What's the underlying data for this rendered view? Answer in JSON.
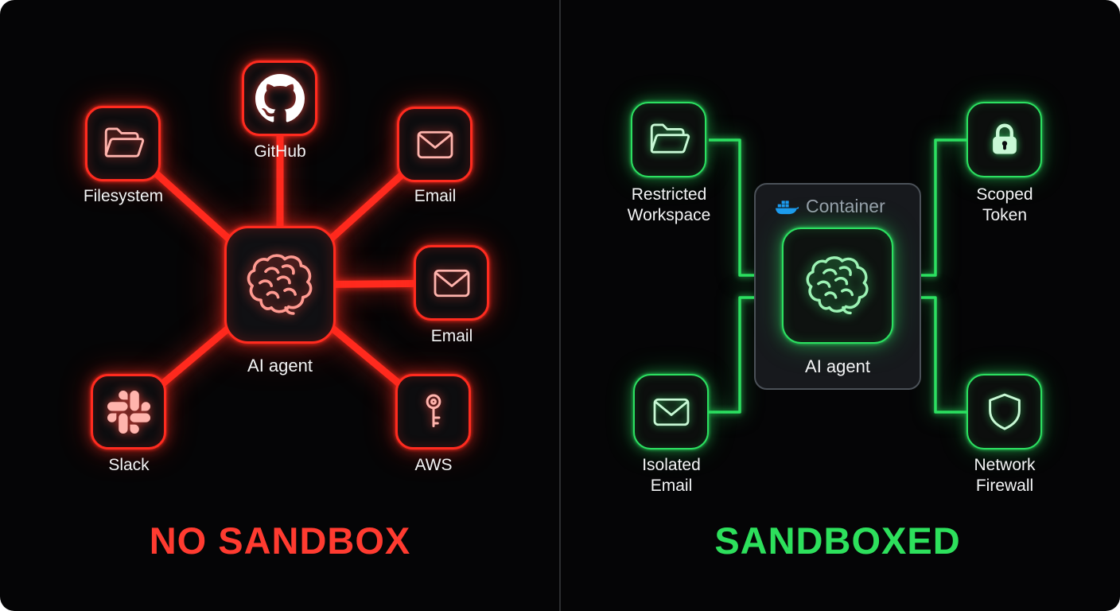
{
  "colors": {
    "red-accent": "#ff2b1f",
    "red-soft": "#ffb4ad",
    "green-accent": "#2ce061",
    "green-soft": "#c8f8d5",
    "docker-blue": "#1d9bf0",
    "title-red": "#ff3b30",
    "title-green": "#2de05c"
  },
  "left_panel": {
    "title": "NO SANDBOX",
    "center": {
      "label": "AI agent",
      "icon": "brain-icon"
    },
    "nodes": [
      {
        "label": "Filesystem",
        "icon": "folder-icon"
      },
      {
        "label": "GitHub",
        "icon": "github-icon"
      },
      {
        "label": "Email",
        "icon": "envelope-icon"
      },
      {
        "label": "Email",
        "icon": "envelope-icon"
      },
      {
        "label": "Slack",
        "icon": "slack-icon"
      },
      {
        "label": "AWS",
        "icon": "key-icon"
      }
    ]
  },
  "right_panel": {
    "title": "SANDBOXED",
    "container": {
      "label": "Container",
      "icon": "docker-icon"
    },
    "center": {
      "label": "AI agent",
      "icon": "brain-icon"
    },
    "nodes": [
      {
        "label": "Restricted Workspace",
        "icon": "folder-icon"
      },
      {
        "label": "Scoped Token",
        "icon": "lock-icon"
      },
      {
        "label": "Isolated Email",
        "icon": "envelope-icon"
      },
      {
        "label": "Network Firewall",
        "icon": "shield-icon"
      }
    ]
  }
}
